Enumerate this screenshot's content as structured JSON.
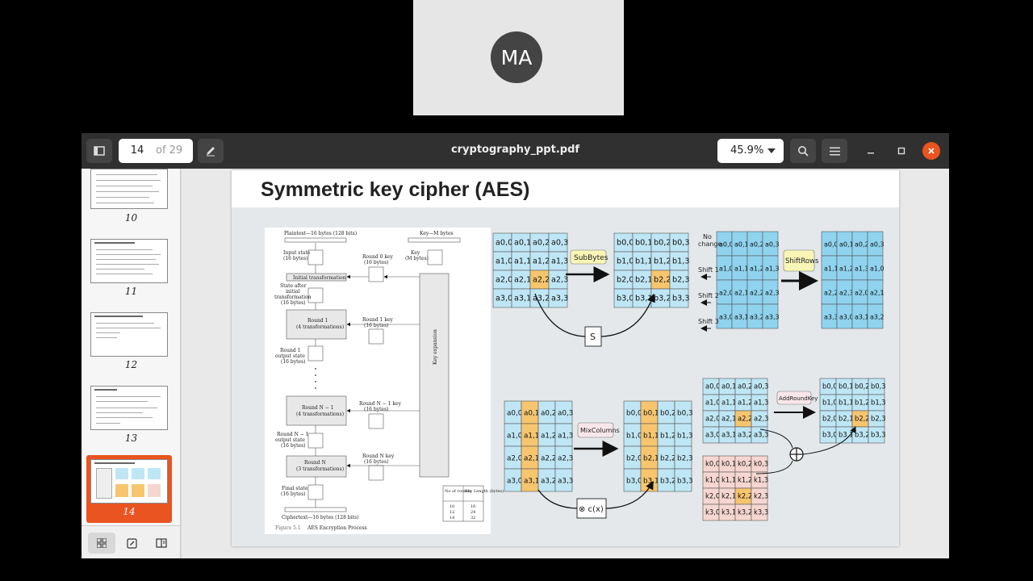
{
  "participant": {
    "initials": "MA"
  },
  "viewer": {
    "page_number": "14",
    "page_total": "of 29",
    "document_title": "cryptography_ppt.pdf",
    "zoom": "45.9%"
  },
  "sidebar": {
    "thumbnails": [
      {
        "label": "10"
      },
      {
        "label": "11"
      },
      {
        "label": "12"
      },
      {
        "label": "13"
      },
      {
        "label": "14",
        "selected": true
      }
    ]
  },
  "slide": {
    "title": "Symmetric key cipher (AES)",
    "flowchart": {
      "plaintext": "Plaintext—16 bytes (128 bits)",
      "key": "Key—M bytes",
      "input_state": "Input state",
      "input_state_sub": "(16 bytes)",
      "key_box": "Key",
      "key_box_sub": "(M bytes)",
      "round0_key": "Round 0 key",
      "round0_key_sub": "(16 bytes)",
      "initial_transformation": "Initial transformation",
      "state_after": "State after",
      "state_after_2": "initial",
      "state_after_3": "transformation",
      "state_after_sub": "(16 bytes)",
      "round1": "Round 1",
      "round1_sub": "(4 transformations)",
      "round1_key": "Round 1 key",
      "round1_key_sub": "(16 bytes)",
      "key_expansion": "Key expansion",
      "round1_output": "Round 1",
      "round1_output_2": "output state",
      "round1_output_sub": "(16 bytes)",
      "roundN1": "Round N − 1",
      "roundN1_sub": "(4 transformations)",
      "roundN1_key": "Round N − 1 key",
      "roundN1_key_sub": "(16 bytes)",
      "roundN1_output": "Round N − 1",
      "roundN1_output_2": "output state",
      "roundN1_output_sub": "(16 bytes)",
      "roundN": "Round N",
      "roundN_sub": "(3 transformations)",
      "roundN_key": "Round N key",
      "roundN_key_sub": "(16 bytes)",
      "final_state": "Final state",
      "final_state_sub": "(16 bytes)",
      "ciphertext": "Ciphertext—16 bytes (128 bits)",
      "caption_fig": "Figure 5.1",
      "caption_text": "AES Encryption Process",
      "table_headers": [
        "No of rounds",
        "Key Length (bytes)"
      ],
      "table_rows": [
        [
          "10",
          "16"
        ],
        [
          "12",
          "24"
        ],
        [
          "14",
          "32"
        ]
      ]
    },
    "labels": {
      "subbytes": "SubBytes",
      "shiftrows": "ShiftRows",
      "mixcolumns": "MixColumns",
      "addroundkey": "AddRoundKey",
      "sbox": "S",
      "cx": "⊗ c(x)",
      "no_change": "No",
      "no_change_2": "change",
      "shift1": "Shift 1",
      "shift2": "Shift 2",
      "shift3": "Shift 3"
    }
  },
  "colors": {
    "accent": "#e95420",
    "cell_blue": "#bfe6f5",
    "cell_orange": "#f7c56e",
    "cell_pink": "#f6d6d0"
  }
}
